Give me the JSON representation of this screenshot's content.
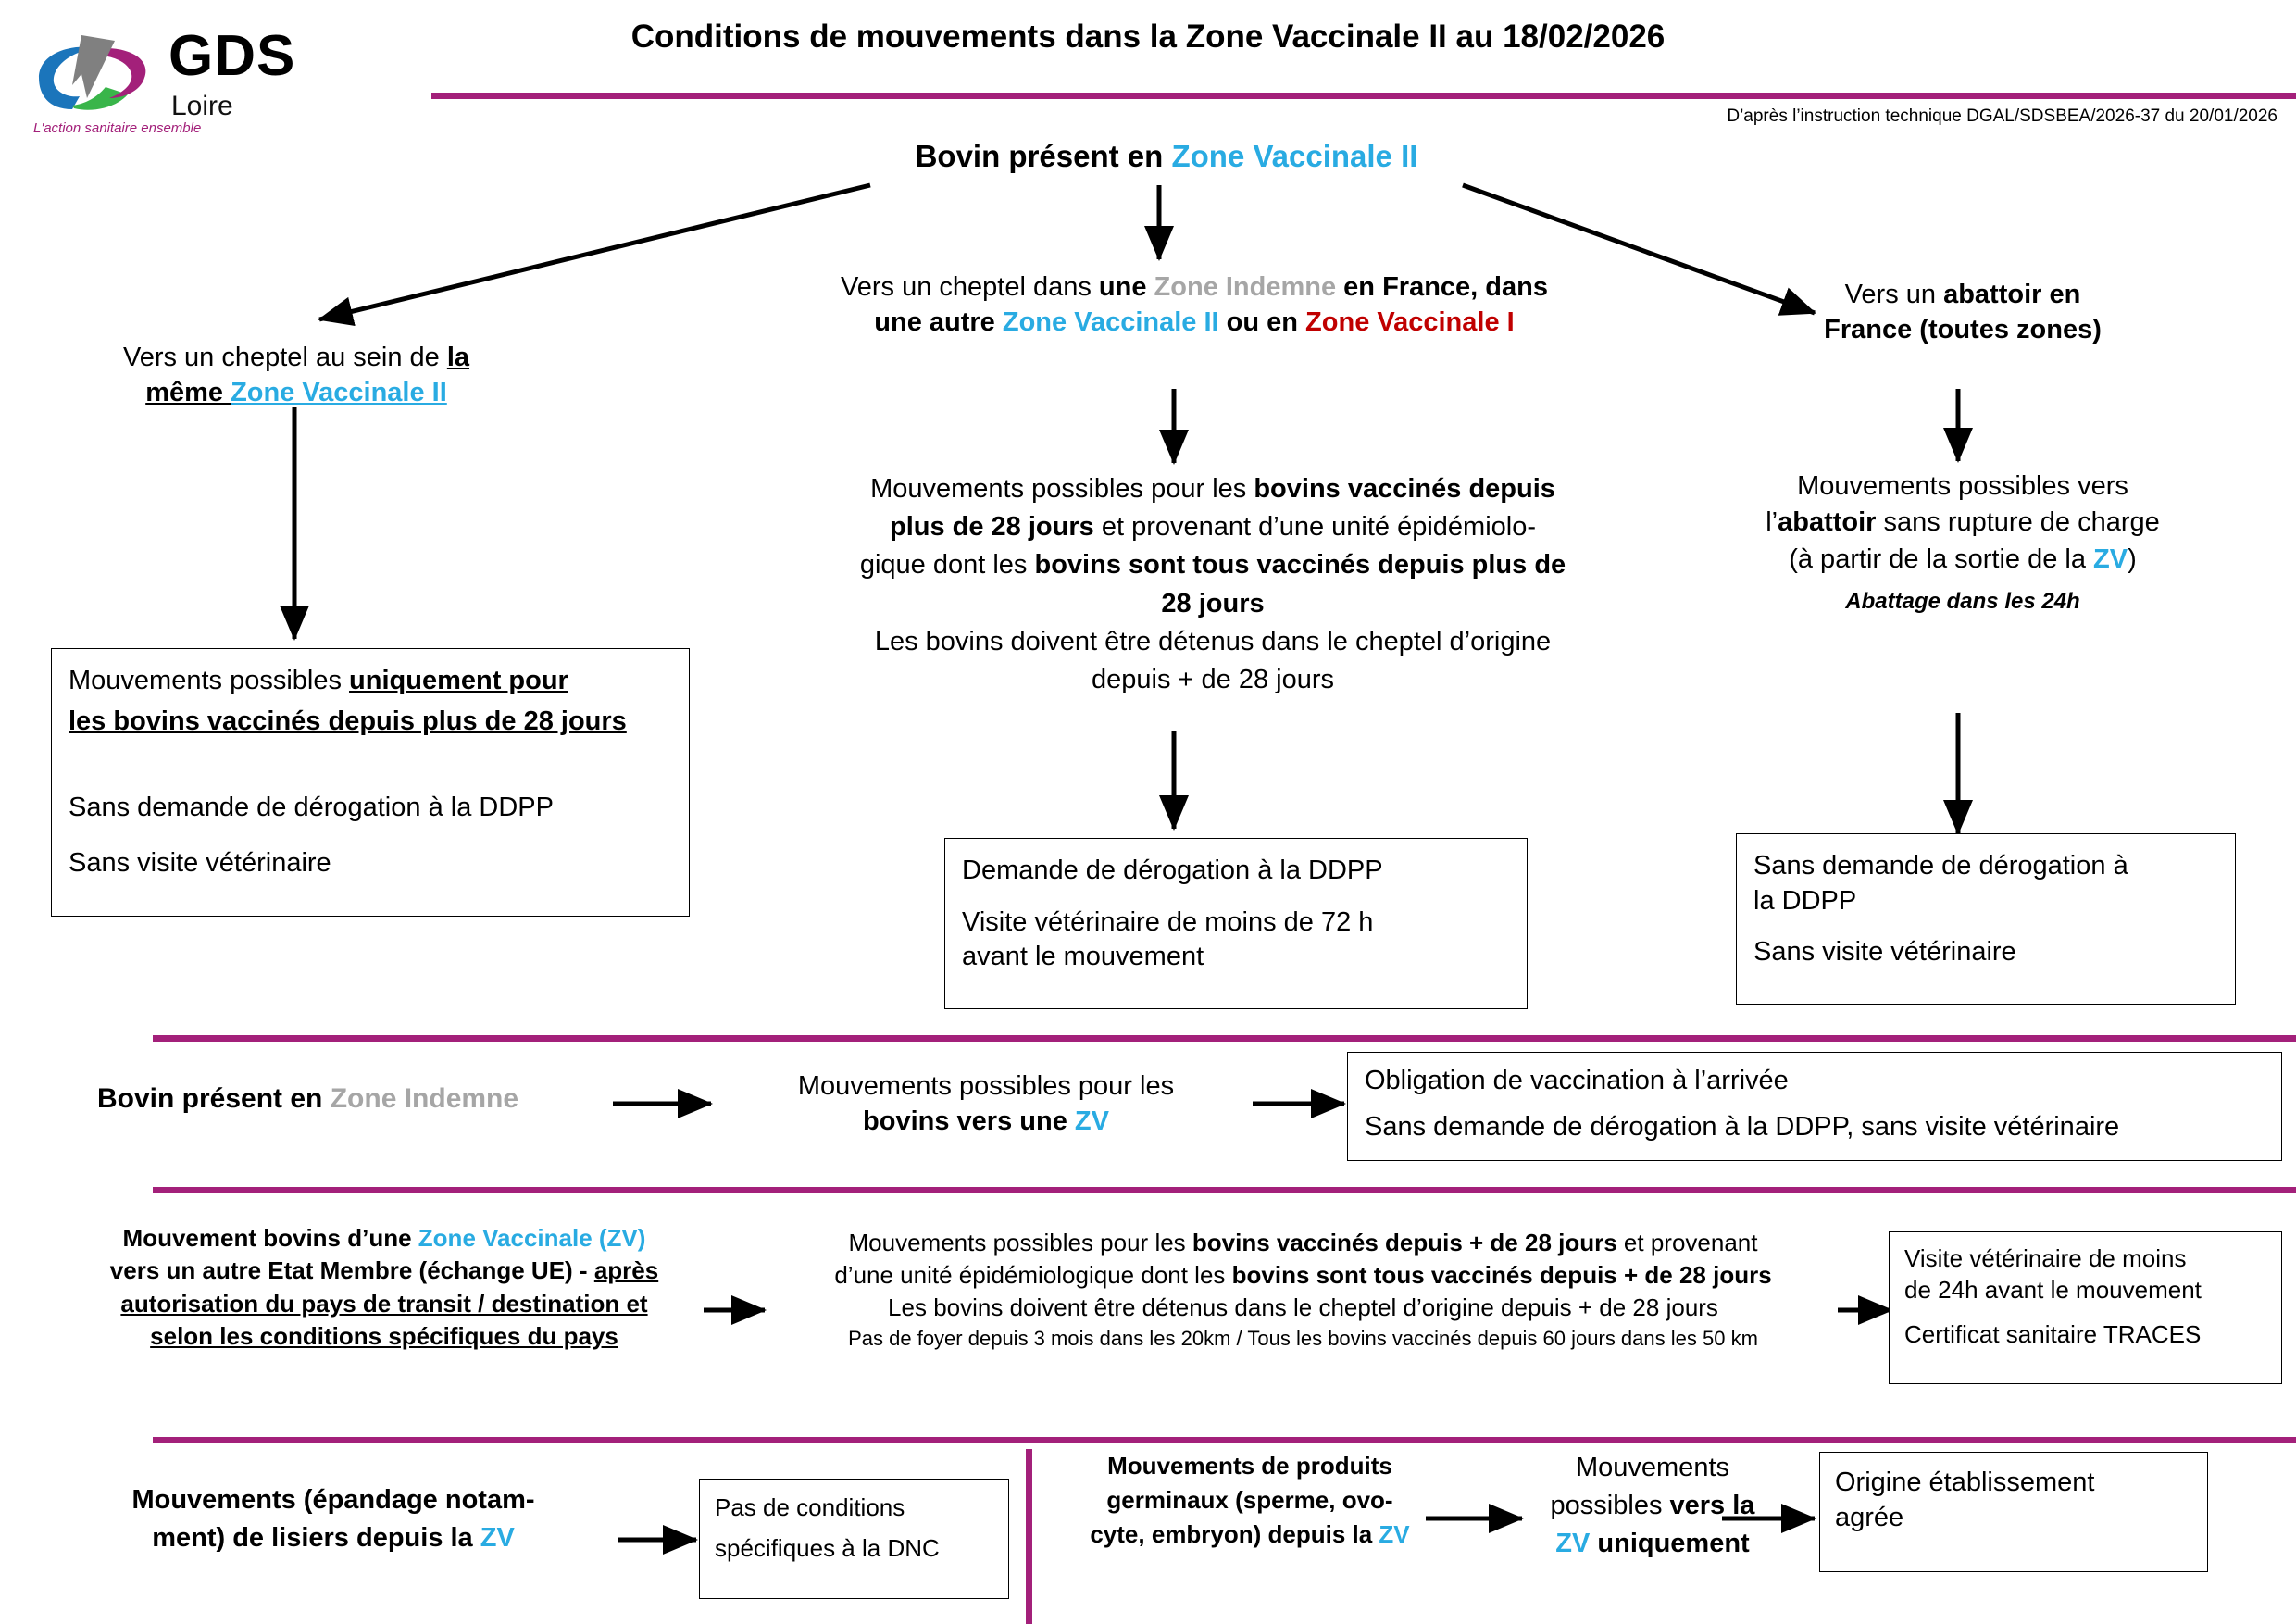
{
  "header": {
    "logo_text": "GDS",
    "logo_sub": "Loire",
    "logo_tagline": "L'action sanitaire ensemble",
    "title": "Conditions de mouvements dans la Zone Vaccinale II au 18/02/2026",
    "reference": "D’après l’instruction technique DGAL/SDSBEA/2026-37 du 20/01/2026"
  },
  "colors": {
    "accent_purple": "#A3207A",
    "zone_vaccinale_2": "#29ABE2",
    "zone_indemne": "#A6A6A6",
    "zone_vaccinale_1": "#C00000"
  },
  "root": {
    "label_prefix": "Bovin présent en ",
    "label_zone": "Zone Vaccinale II"
  },
  "branch_left": {
    "heading_l1_a": "Vers un cheptel au sein de ",
    "heading_l1_b": "la",
    "heading_l2_a": "même ",
    "heading_l2_b": "Zone Vaccinale II",
    "box_l1_a": "Mouvements possibles ",
    "box_l1_b": "uniquement pour",
    "box_l2": "les bovins vaccinés depuis plus de 28 jours",
    "box_l3": "Sans demande de dérogation à la DDPP",
    "box_l4": "Sans visite vétérinaire"
  },
  "branch_middle": {
    "heading_l1_a": "Vers un cheptel dans ",
    "heading_l1_b": "une ",
    "heading_l1_c": "Zone Indemne",
    "heading_l1_d": " en France, dans",
    "heading_l2_a": "une autre ",
    "heading_l2_b": "Zone Vaccinale II",
    "heading_l2_c": " ou en ",
    "heading_l2_d": "Zone Vaccinale I",
    "text_l1_a": "Mouvements possibles pour les ",
    "text_l1_b": "bovins vaccinés depuis",
    "text_l2_a": "plus de 28 jours",
    "text_l2_b": " et provenant d’une unité épidémiolo-",
    "text_l3_a": "gique dont les ",
    "text_l3_b": "bovins sont tous vaccinés depuis plus de",
    "text_l4": "28 jours",
    "text_l5": "Les bovins doivent être détenus dans le cheptel d’origine",
    "text_l6": "depuis + de 28 jours",
    "box_l1": "Demande de dérogation à la DDPP",
    "box_l2": "Visite vétérinaire de moins de 72 h",
    "box_l3": "avant le mouvement"
  },
  "branch_right": {
    "heading_l1_a": "Vers un ",
    "heading_l1_b": "abattoir en",
    "heading_l2": "France (toutes zones)",
    "text_l1": "Mouvements possibles vers",
    "text_l2_a": "l’",
    "text_l2_b": "abattoir",
    "text_l2_c": " sans rupture de charge",
    "text_l3_a": "(à partir de la sortie de la ",
    "text_l3_b": "ZV",
    "text_l3_c": ")",
    "text_note": "Abattage dans les 24h",
    "box_l1": "Sans demande de dérogation à",
    "box_l2": "la DDPP",
    "box_l3": "Sans visite vétérinaire"
  },
  "section_indemne": {
    "label_a": "Bovin présent en ",
    "label_b": "Zone Indemne",
    "mid_l1": "Mouvements possibles pour les",
    "mid_l2_a": "bovins vers une ",
    "mid_l2_b": "ZV",
    "box_l1": "Obligation de vaccination à l’arrivée",
    "box_l2": "Sans demande de dérogation à la DDPP, sans visite vétérinaire"
  },
  "section_ue": {
    "label_l1_a": "Mouvement bovins d’une ",
    "label_l1_b": "Zone Vaccinale (ZV)",
    "label_l2_a": "vers un autre Etat Membre (échange UE) - ",
    "label_l2_b": "après",
    "label_l3": "autorisation du pays de transit / destination et",
    "label_l4": "selon les conditions spécifiques du pays",
    "mid_l1_a": "Mouvements possibles pour les ",
    "mid_l1_b": "bovins vaccinés depuis + de 28 jours",
    "mid_l1_c": " et provenant",
    "mid_l2_a": "d’une unité épidémiologique dont les ",
    "mid_l2_b": "bovins sont tous vaccinés depuis + de 28 jours",
    "mid_l3": "Les bovins doivent être détenus dans le cheptel d’origine depuis + de 28 jours",
    "mid_l4": "Pas de foyer depuis 3 mois dans les 20km / Tous les bovins vaccinés depuis 60 jours dans les 50 km",
    "box_l1": "Visite vétérinaire de moins",
    "box_l2": "de 24h avant le mouvement",
    "box_l3": "Certificat sanitaire TRACES"
  },
  "section_lisiers": {
    "label_l1": "Mouvements (épandage notam-",
    "label_l2_a": "ment) de lisiers depuis la ",
    "label_l2_b": "ZV",
    "box_l1": "Pas de conditions",
    "box_l2": "spécifiques à la DNC"
  },
  "section_germinaux": {
    "label_l1": "Mouvements de produits",
    "label_l2": "germinaux (sperme, ovo-",
    "label_l3_a": "cyte, embryon) depuis la ",
    "label_l3_b": "ZV",
    "mid_l1": "Mouvements",
    "mid_l2_a": "possibles ",
    "mid_l2_b": "vers la",
    "mid_l3_a": "ZV",
    "mid_l3_b": " uniquement",
    "box_l1": "Origine établissement",
    "box_l2": "agrée"
  }
}
